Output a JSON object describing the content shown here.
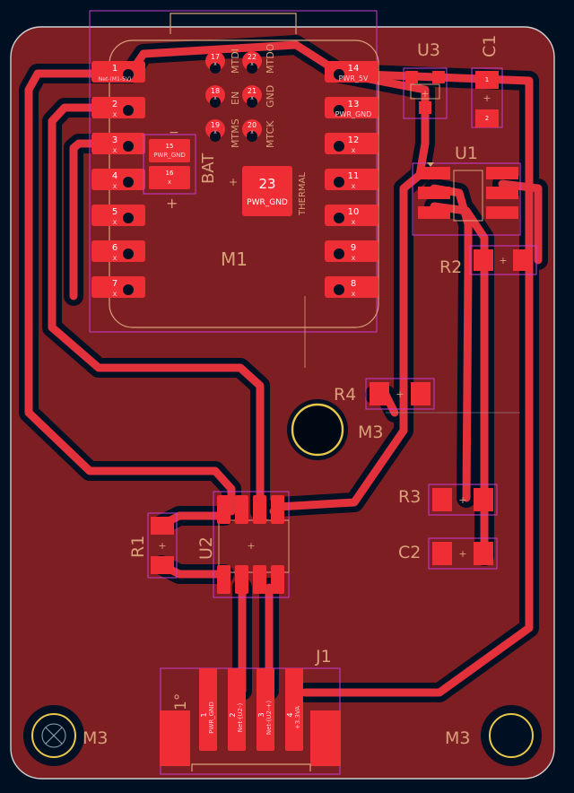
{
  "board": {
    "colors": {
      "background": "#001023",
      "copper": "#7d1e22",
      "trace": "#e3313b",
      "pad": "#ee2d35",
      "silk": "#d9a07a",
      "courtyard": "#c93cc9",
      "hole_ring": "#e8c84a",
      "outline": "#cfcfcf"
    },
    "labels": {
      "m1": "M1",
      "u1": "U1",
      "u2": "U2",
      "u3": "U3",
      "c1": "C1",
      "c2": "C2",
      "r1": "R1",
      "r2": "R2",
      "r3": "R3",
      "r4": "R4",
      "j1": "J1",
      "m3_center": "M3",
      "m3_bottom_left": "M3",
      "m3_bottom_right": "M3",
      "bat": "BAT",
      "thermal": "THERMAL",
      "j1_pin1": "1°",
      "pin23_num": "23",
      "pin23_net": "PWR_GND",
      "mtdi": "MTDI",
      "mtdo": "MTDO",
      "en": "EN",
      "gnd": "GND",
      "mtms": "MTMS",
      "mtck": "MTCK"
    },
    "m1_left_pins": [
      {
        "num": "1",
        "net": "Net-(M1-5V)"
      },
      {
        "num": "2",
        "net": "x"
      },
      {
        "num": "3",
        "net": "x"
      },
      {
        "num": "4",
        "net": "x"
      },
      {
        "num": "5",
        "net": "x"
      },
      {
        "num": "6",
        "net": "x"
      },
      {
        "num": "7",
        "net": "x"
      }
    ],
    "m1_right_pins": [
      {
        "num": "14",
        "net": "PWR_5V"
      },
      {
        "num": "13",
        "net": "PWR_GND"
      },
      {
        "num": "12",
        "net": "x"
      },
      {
        "num": "11",
        "net": "x"
      },
      {
        "num": "10",
        "net": "x"
      },
      {
        "num": "9",
        "net": "x"
      },
      {
        "num": "8",
        "net": "x"
      }
    ],
    "m1_jtag_pins": [
      {
        "num": "17",
        "net": "x"
      },
      {
        "num": "22",
        "net": "x"
      },
      {
        "num": "18",
        "net": "x"
      },
      {
        "num": "21",
        "net": "x"
      },
      {
        "num": "19",
        "net": "x"
      },
      {
        "num": "20",
        "net": "x"
      }
    ],
    "bat_pins": [
      {
        "num": "15",
        "net": "PWR_GND"
      },
      {
        "num": "16",
        "net": "x"
      }
    ],
    "j1_pins": [
      {
        "num": "1",
        "net": "PWR_GND"
      },
      {
        "num": "2",
        "net": "Net-(U2-)"
      },
      {
        "num": "3",
        "net": "Net-(U2-+)"
      },
      {
        "num": "4",
        "net": "+3.3VA"
      }
    ]
  }
}
